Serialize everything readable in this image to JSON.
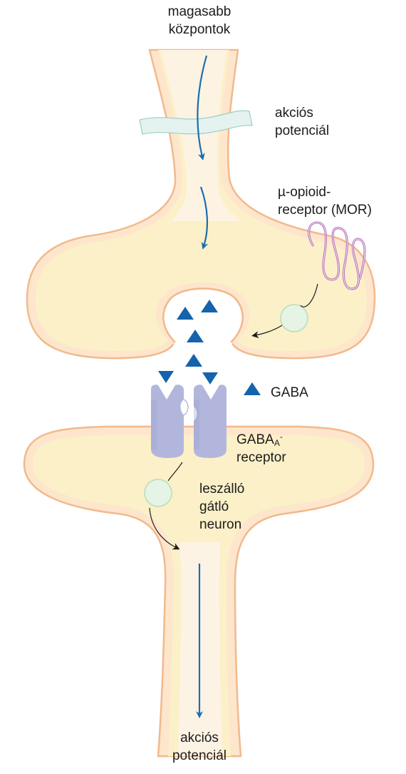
{
  "labels": {
    "top_source": [
      "magasabb",
      "központok"
    ],
    "action_potential_top": [
      "akciós",
      "potenciál"
    ],
    "mor": [
      "µ-opioid-",
      "receptor (MOR)"
    ],
    "gaba": "GABA",
    "gaba_a_receptor": {
      "base": "GABA",
      "subscript": "A",
      "superscript": "-",
      "line2": "receptor"
    },
    "neuron": [
      "leszálló",
      "gátló",
      "neuron"
    ],
    "action_potential_bottom": [
      "akciós",
      "potenciál"
    ]
  },
  "colors": {
    "membrane_fill": "#fde6cc",
    "membrane_stroke": "#f2b98c",
    "cytoplasm_top": "#fdf3e8",
    "cytoplasm_bulb": "#fcf0c8",
    "axon_inner": "#fdf3e8",
    "arrow_blue": "#1a6fb0",
    "gaba_triangle": "#1463ac",
    "receptor": "#b3b6dc",
    "receptor_shadow": "#9da0cc",
    "mor": "#b26ab6",
    "vesicle_fill": "#e6f4e6",
    "vesicle_stroke": "#bfe0c2",
    "band_fill": "#e4f3ef",
    "band_stroke": "#9ecfc3"
  },
  "icons": {
    "gaba_molecule": "triangle-icon",
    "receptor": "ion-channel-icon",
    "opioid_receptor": "seven-transmembrane-icon",
    "second_messenger": "vesicle-icon"
  }
}
